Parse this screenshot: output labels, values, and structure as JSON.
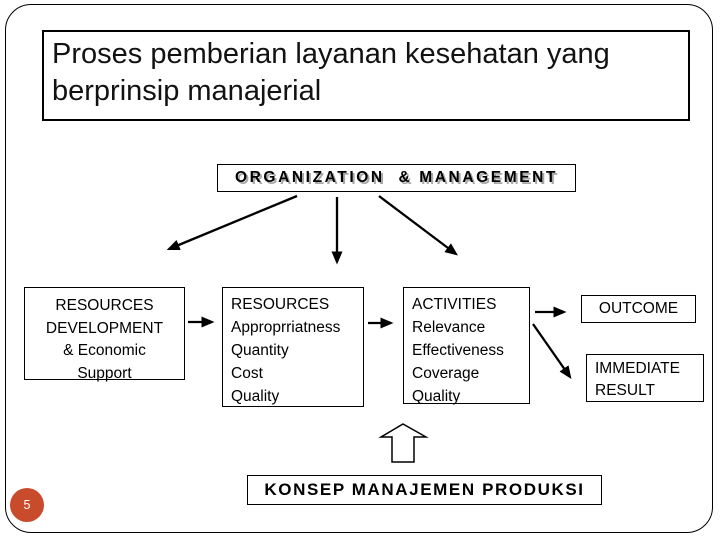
{
  "slide": {
    "title": {
      "lines": [
        "Proses pemberian layanan kesehatan yang",
        "berprinsip manajerial"
      ]
    },
    "org_box": {
      "label": "ORGANIZATION  & MANAGEMENT"
    },
    "boxes": {
      "resources_dev": {
        "lines": [
          "RESOURCES",
          "DEVELOPMENT",
          "& Economic",
          "Support"
        ]
      },
      "resources": {
        "lines": [
          "RESOURCES",
          "Approprriatness",
          "Quantity",
          "Cost",
          "Quality"
        ]
      },
      "activities": {
        "lines": [
          "ACTIVITIES",
          "Relevance",
          "Effectiveness",
          "Coverage",
          "Quality"
        ]
      },
      "outcome": {
        "label": "OUTCOME"
      },
      "immediate_result": {
        "lines": [
          "IMMEDIATE",
          "RESULT"
        ]
      }
    },
    "konsep_box": {
      "label": "KONSEP MANAJEMEN PRODUKSI"
    },
    "page_number": "5",
    "colors": {
      "page_badge": "#C84B2B",
      "border": "#000000",
      "org_text_shadow": "#a8a8a8",
      "background": "#ffffff"
    }
  }
}
